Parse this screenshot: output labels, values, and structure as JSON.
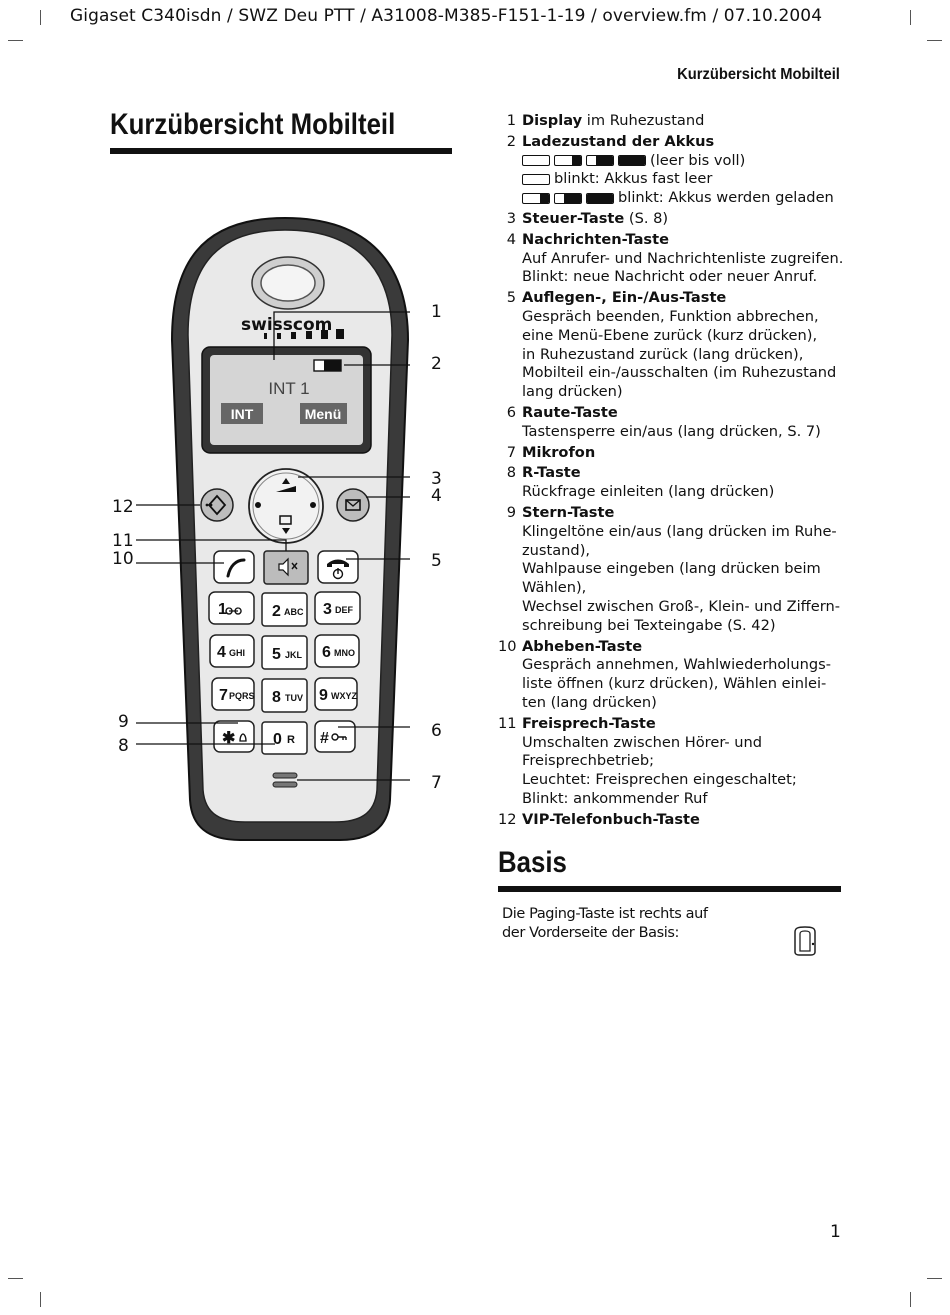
{
  "header": "Gigaset C340isdn / SWZ Deu PTT / A31008-M385-F151-1-19 / overview.fm / 07.10.2004",
  "running_title": "Kurzübersicht Mobilteil",
  "page_title": "Kurzübersicht Mobilteil",
  "phone": {
    "brand": "swisscom",
    "display_text": "INT 1",
    "softkey_left": "INT",
    "softkey_right": "Menü",
    "keys": [
      "1",
      "2",
      "ABC",
      "3",
      "DEF",
      "4",
      "GHI",
      "5",
      "JKL",
      "6",
      "MNO",
      "7",
      "PQRS",
      "8",
      "TUV",
      "9",
      "WXYZ",
      "0",
      "R"
    ],
    "callouts": [
      "1",
      "2",
      "3",
      "4",
      "5",
      "6",
      "7",
      "8",
      "9",
      "10",
      "11",
      "12"
    ]
  },
  "legend": [
    {
      "num": "1",
      "term": "Display",
      "suffix": " im Ruhezustand",
      "desc": []
    },
    {
      "num": "2",
      "term": "Ladezustand der Akkus",
      "suffix": "",
      "desc": [],
      "battery": {
        "row1": "(leer bis voll)",
        "row2": "blinkt: Akkus fast leer",
        "row3": "blinkt: Akkus werden geladen"
      }
    },
    {
      "num": "3",
      "term": "Steuer-Taste",
      "suffix": " (S. 8)",
      "desc": []
    },
    {
      "num": "4",
      "term": "Nachrichten-Taste",
      "suffix": "",
      "desc": [
        "Auf Anrufer- und Nachrichtenliste zugreifen.",
        "Blinkt: neue Nachricht oder neuer Anruf."
      ]
    },
    {
      "num": "5",
      "term": "Auflegen-, Ein-/Aus-Taste",
      "suffix": "",
      "desc": [
        "Gespräch beenden, Funktion abbrechen,",
        "eine Menü-Ebene zurück (kurz drücken),",
        "in Ruhezustand zurück (lang drücken),",
        "Mobilteil ein-/ausschalten (im Ruhezustand",
        "lang drücken)"
      ]
    },
    {
      "num": "6",
      "term": "Raute-Taste",
      "suffix": "",
      "desc": [
        "Tastensperre ein/aus (lang drücken, S. 7)"
      ]
    },
    {
      "num": "7",
      "term": "Mikrofon",
      "suffix": "",
      "desc": []
    },
    {
      "num": "8",
      "term": "R-Taste",
      "suffix": "",
      "desc": [
        "Rückfrage einleiten (lang drücken)"
      ]
    },
    {
      "num": "9",
      "term": "Stern-Taste",
      "suffix": "",
      "desc": [
        "Klingeltöne ein/aus (lang drücken im Ruhe-",
        "zustand),",
        "Wahlpause eingeben (lang drücken beim",
        "Wählen),",
        "Wechsel zwischen Groß-, Klein- und Ziffern-",
        "schreibung bei Texteingabe (S. 42)"
      ]
    },
    {
      "num": "10",
      "term": "Abheben-Taste",
      "suffix": "",
      "desc": [
        "Gespräch annehmen, Wahlwiederholungs-",
        "liste öffnen (kurz drücken), Wählen einlei-",
        "ten (lang drücken)"
      ]
    },
    {
      "num": "11",
      "term": "Freisprech-Taste",
      "suffix": "",
      "desc": [
        "Umschalten zwischen Hörer- und",
        "Freisprechbetrieb;",
        "Leuchtet: Freisprechen eingeschaltet;",
        "Blinkt: ankommender Ruf"
      ]
    },
    {
      "num": "12",
      "term": "VIP-Telefonbuch-Taste",
      "suffix": "",
      "desc": []
    }
  ],
  "basis": {
    "title": "Basis",
    "text_line1": "Die Paging-Taste ist rechts auf",
    "text_line2": "der Vorderseite der Basis:"
  },
  "page_number": "1"
}
